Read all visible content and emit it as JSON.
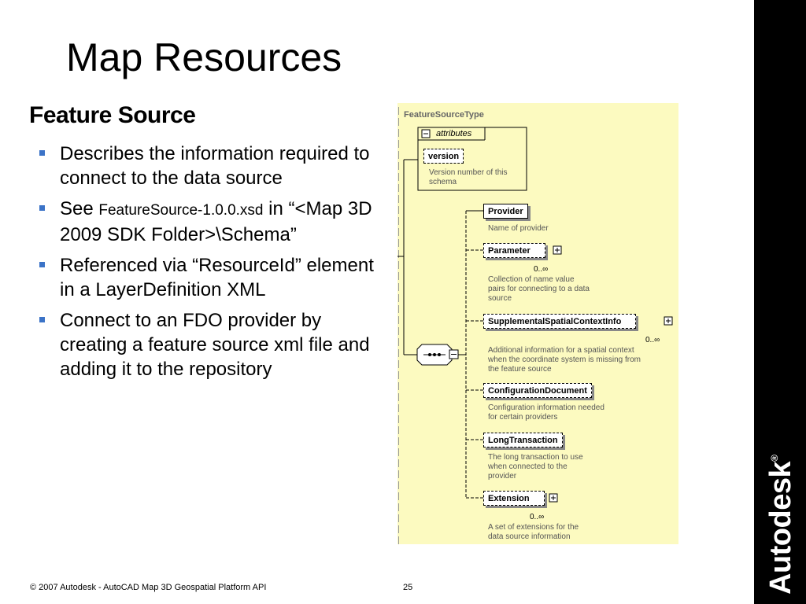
{
  "slide": {
    "title": "Map Resources",
    "subtitle": "Feature Source",
    "footer": "© 2007 Autodesk - AutoCAD Map 3D Geospatial Platform API",
    "page_number": "25",
    "brand": "Autodesk",
    "brand_mark": "®"
  },
  "bullets": [
    {
      "text": "Describes the information required to connect to the data source"
    },
    {
      "pre": "See ",
      "code": "FeatureSource-1.0.0.xsd",
      "post": " in “<Map 3D 2009 SDK Folder>\\Schema”"
    },
    {
      "text": "Referenced via “ResourceId” element in a LayerDefinition XML"
    },
    {
      "text": "Connect to an FDO provider by creating a feature source xml file and adding it to the repository"
    }
  ],
  "diagram": {
    "type_name": "FeatureSourceType",
    "attributes_label": "attributes",
    "attribute": {
      "name": "version",
      "desc1": "Version number of this",
      "desc2": "schema"
    },
    "elements": [
      {
        "name": "Provider",
        "desc1": "Name of provider",
        "desc2": "",
        "desc3": "",
        "occurs": ""
      },
      {
        "name": "Parameter",
        "desc1": "Collection of name value",
        "desc2": "pairs for connecting to a data",
        "desc3": "source",
        "occurs": "0..∞"
      },
      {
        "name": "SupplementalSpatialContextInfo",
        "desc1": "Additional information for a spatial context",
        "desc2": "when the coordinate system is missing from",
        "desc3": "the feature source",
        "occurs": "0..∞"
      },
      {
        "name": "ConfigurationDocument",
        "desc1": "Configuration information needed",
        "desc2": "for certain providers",
        "desc3": "",
        "occurs": ""
      },
      {
        "name": "LongTransaction",
        "desc1": "The long transaction to use",
        "desc2": "when connected to the",
        "desc3": "provider",
        "occurs": ""
      },
      {
        "name": "Extension",
        "desc1": "A set of extensions for the",
        "desc2": "data source information",
        "desc3": "",
        "occurs": "0..∞"
      }
    ],
    "colors": {
      "background": "#fcfac0",
      "bullet": "#3b73c7"
    }
  }
}
